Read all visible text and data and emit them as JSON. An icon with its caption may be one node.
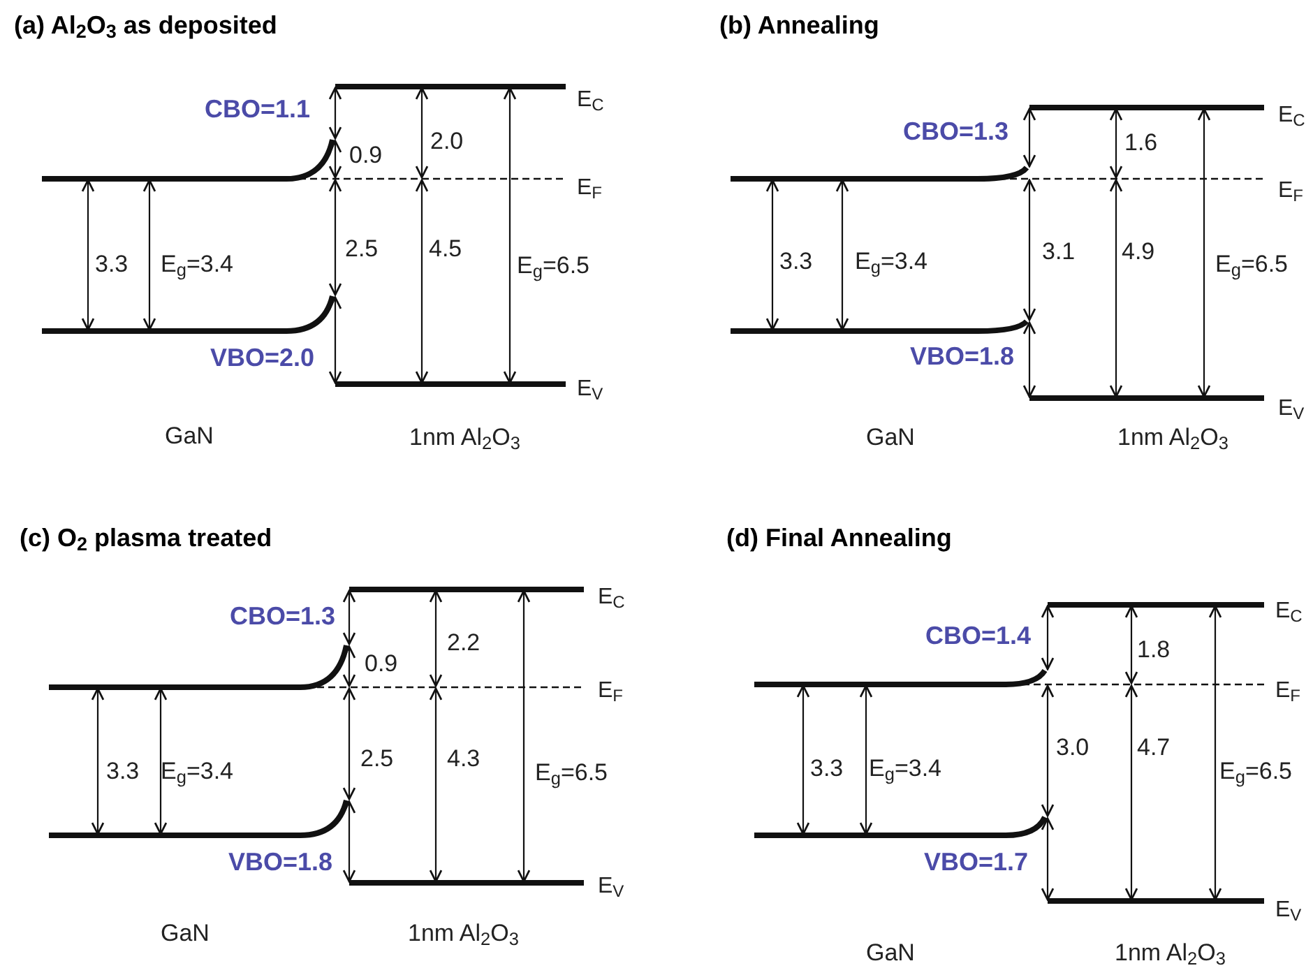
{
  "diagram": {
    "labels": [
      "(a) Al$_{2}$O$_{3}$ as deposited",
      "CBO=1.1",
      "0.9",
      "2.0",
      "E$_{C}$",
      "E$_{F}$",
      "3.3",
      "E$_{g}$=3.4",
      "2.5",
      "4.5",
      "E$_{g}$=6.5",
      "VBO=2.0",
      "E$_{V}$",
      "GaN",
      "1nm Al$_{2}$O$_{3}$",
      "(b) Annealing",
      "CBO=1.3",
      "1.6",
      "E$_{C}$",
      "E$_{F}$",
      "3.3",
      "E$_{g}$=3.4",
      "3.1",
      "4.9",
      "E$_{g}$=6.5",
      "VBO=1.8",
      "E$_{V}$",
      "GaN",
      "1nm Al$_{2}$O$_{3}$",
      "(c) O$_{2}$ plasma treated",
      "CBO=1.3",
      "0.9",
      "2.2",
      "E$_{C}$",
      "E$_{F}$",
      "3.3",
      "E$_{g}$=3.4",
      "2.5",
      "4.3",
      "E$_{g}$=6.5",
      "VBO=1.8",
      "E$_{V}$",
      "GaN",
      "1nm Al$_{2}$O$_{3}$",
      "(d) Final Annealing",
      "CBO=1.4",
      "1.8",
      "E$_{C}$",
      "E$_{F}$",
      "3.3",
      "E$_{g}$=3.4",
      "3.0",
      "4.7",
      "E$_{g}$=6.5",
      "VBO=1.7",
      "E$_{V}$",
      "GaN",
      "1nm Al$_{2}$O$_{3}$"
    ]
  }
}
